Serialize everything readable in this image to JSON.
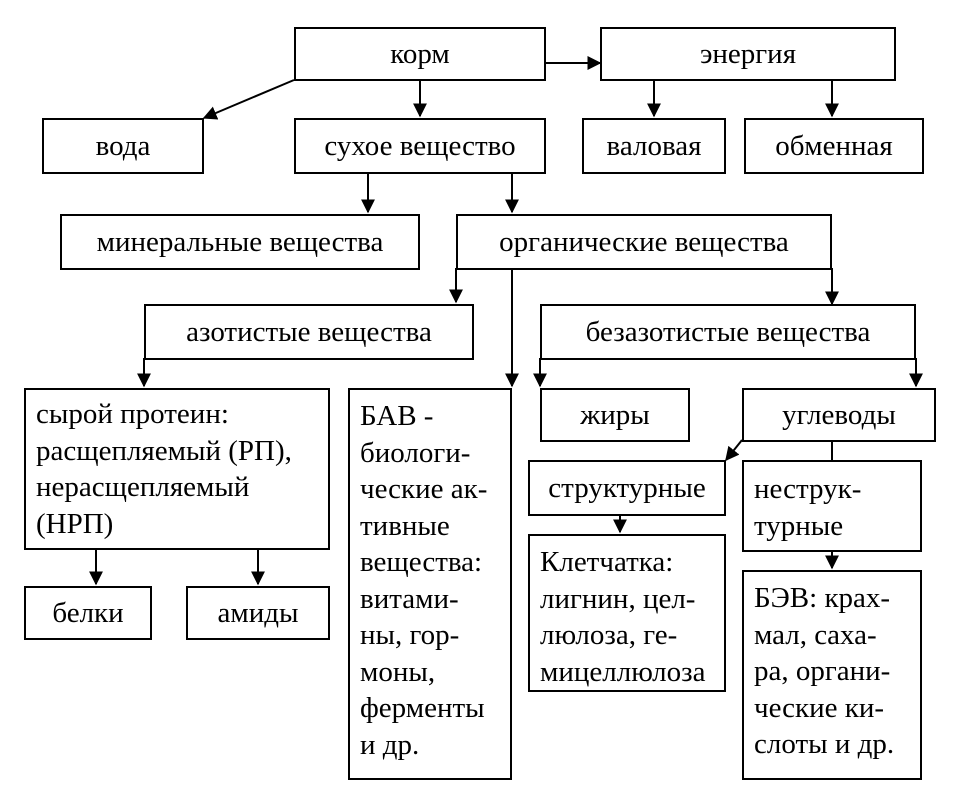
{
  "colors": {
    "stroke": "#000000",
    "background": "#ffffff"
  },
  "nodes": {
    "korm": "корм",
    "energiya": "энергия",
    "voda": "вода",
    "sukhoe": "сухое вещество",
    "valovaya": "валовая",
    "obmennaya": "обменная",
    "mineralnye": "минеральные вещества",
    "organicheskie": "органические вещества",
    "azotistye": "азотистые вещества",
    "bezazotistye": "безазотистые вещества",
    "protein": [
      "сырой протеин:",
      "расщепляемый (РП),",
      "нерасщепляемый",
      "(НРП)"
    ],
    "bav": [
      "БАВ -",
      "биологи-",
      "ческие ак-",
      "тивные",
      "вещества:",
      "витами-",
      "ны, гор-",
      "моны,",
      "ферменты",
      "и др."
    ],
    "zhiry": "жиры",
    "uglevody": "углеводы",
    "strukturnye": "структурные",
    "nestrukturnye": [
      "неструк-",
      "турные"
    ],
    "belki": "белки",
    "amidy": "амиды",
    "kletchatka": [
      "Клетчатка:",
      "лигнин, цел-",
      "люлоза, ге-",
      "мицеллюлоза"
    ],
    "bev": [
      "БЭВ: крах-",
      "мал, сaха-",
      "ра, органи-",
      "ческие ки-",
      "слоты и др."
    ]
  }
}
